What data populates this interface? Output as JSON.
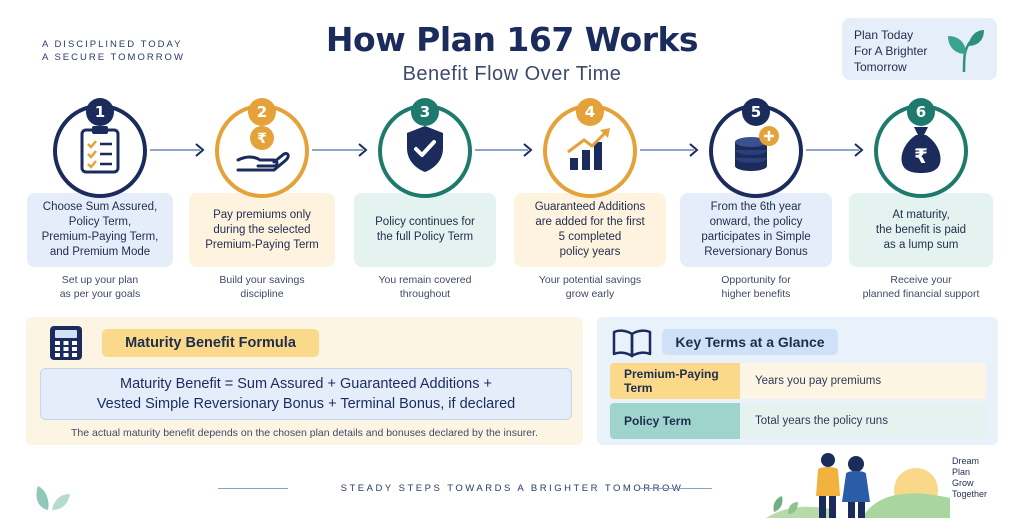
{
  "header": {
    "tagline_line1": "A DISCIPLINED TODAY",
    "tagline_line2": "A SECURE TOMORROW",
    "title": "How Plan 167 Works",
    "subtitle": "Benefit Flow Over Time",
    "right_tag": [
      "Plan Today",
      "For A Brighter",
      "Tomorrow"
    ]
  },
  "steps": [
    {
      "num": "1",
      "icon": "clipboard-checklist-icon",
      "color": "#1b2c5c",
      "box_color": "#e4edf9",
      "lines": [
        "Choose Sum Assured,",
        "Policy Term,",
        "Premium-Paying Term,",
        "and Premium Mode"
      ],
      "note": [
        "Set up your plan",
        "as per your goals"
      ]
    },
    {
      "num": "2",
      "icon": "rupee-hand-icon",
      "color": "#e5a23a",
      "box_color": "#fdf3df",
      "lines": [
        "Pay premiums only",
        "during the selected",
        "Premium-Paying Term"
      ],
      "note": [
        "Build your savings",
        "discipline"
      ]
    },
    {
      "num": "3",
      "icon": "shield-check-icon",
      "color": "#1e7a6d",
      "box_color": "#e4f3f0",
      "lines": [
        "Policy continues for",
        "the full Policy Term"
      ],
      "note": [
        "You remain covered",
        "throughout"
      ]
    },
    {
      "num": "4",
      "icon": "growth-chart-icon",
      "color": "#e5a23a",
      "box_color": "#fdf3df",
      "lines": [
        "Guaranteed Additions",
        "are added for the first",
        "5 completed",
        "policy years"
      ],
      "note": [
        "Your potential savings",
        "grow early"
      ]
    },
    {
      "num": "5",
      "icon": "coin-stack-plus-icon",
      "color": "#1b2c5c",
      "box_color": "#e4edf9",
      "lines": [
        "From the 6th year",
        "onward, the policy",
        "participates in Simple",
        "Reversionary Bonus"
      ],
      "note": [
        "Opportunity for",
        "higher benefits"
      ]
    },
    {
      "num": "6",
      "icon": "money-bag-icon",
      "color": "#1e7a6d",
      "box_color": "#e4f3f0",
      "lines": [
        "At maturity,",
        "the benefit is paid",
        "as a lump sum"
      ],
      "note": [
        "Receive your",
        "planned financial support"
      ]
    }
  ],
  "formula": {
    "icon": "calculator-icon",
    "heading": "Maturity Benefit Formula",
    "line1": "Maturity Benefit = Sum Assured + Guaranteed Additions +",
    "line2": "Vested Simple Reversionary Bonus + Terminal Bonus, if declared",
    "note": "The actual maturity benefit depends on the chosen plan details and bonuses declared by the insurer."
  },
  "terms": {
    "icon": "open-book-icon",
    "heading": "Key Terms at a Glance",
    "rows": [
      {
        "key_line1": "Premium-Paying",
        "key_line2": "Term",
        "value": "Years you pay premiums",
        "key_color": "#fbd98a",
        "val_color": "#fdf5e4"
      },
      {
        "key_line1": "Policy Term",
        "key_line2": "",
        "value": "Total years the policy runs",
        "key_color": "#9fd4cc",
        "val_color": "#e4f3f0"
      }
    ]
  },
  "footer": {
    "text": "STEADY STEPS TOWARDS A BRIGHTER TOMORROW",
    "dream": [
      "Dream",
      "Plan",
      "Grow",
      "Together"
    ]
  }
}
